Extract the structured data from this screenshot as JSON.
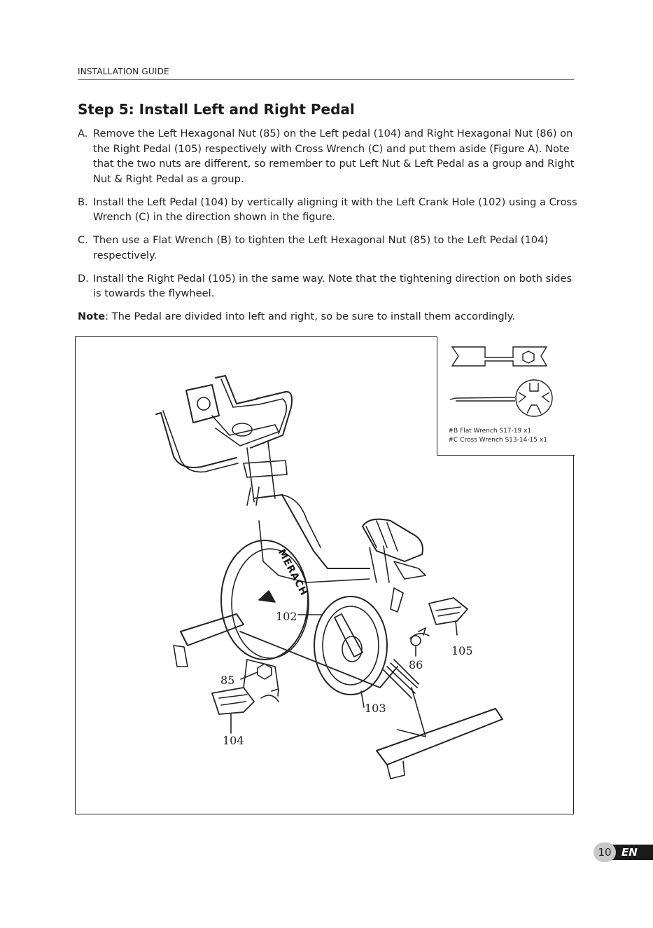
{
  "header": {
    "title": "INSTALLATION GUIDE"
  },
  "step": {
    "title": "Step 5: Install Left and Right Pedal"
  },
  "instructions": [
    {
      "letter": "A.",
      "text": "Remove the Left Hexagonal Nut (85) on the Left pedal (104) and Right Hexagonal Nut (86) on the Right Pedal (105) respectively with Cross Wrench (C) and put them aside (Figure A). Note that the two nuts are different, so remember to put Left Nut & Left Pedal as a group and Right Nut & Right Pedal as a group."
    },
    {
      "letter": "B.",
      "text": "Install the Left Pedal (104) by vertically aligning it with the Left Crank Hole (102) using a Cross Wrench (C) in the direction shown in the figure."
    },
    {
      "letter": "C.",
      "text": "Then use a Flat Wrench (B) to tighten the Left Hexagonal Nut (85) to the Left Pedal (104) respectively."
    },
    {
      "letter": "D.",
      "text": "Install the Right Pedal (105) in the same way. Note that the tightening direction on both sides is towards the flywheel."
    }
  ],
  "note": {
    "label": "Note",
    "text": ": The Pedal are divided into left and right, so be sure to install them accordingly."
  },
  "tools": {
    "flat_wrench": "#B Flat Wrench S17-19 x1",
    "cross_wrench": "#C Cross Wrench S13-14-15 x1"
  },
  "figure": {
    "brand_text": "MERACH",
    "callouts": {
      "c102": "102",
      "c105": "105",
      "c86": "86",
      "c85": "85",
      "c103": "103",
      "c104": "104"
    }
  },
  "footer": {
    "page_number": "10",
    "language": "EN"
  }
}
